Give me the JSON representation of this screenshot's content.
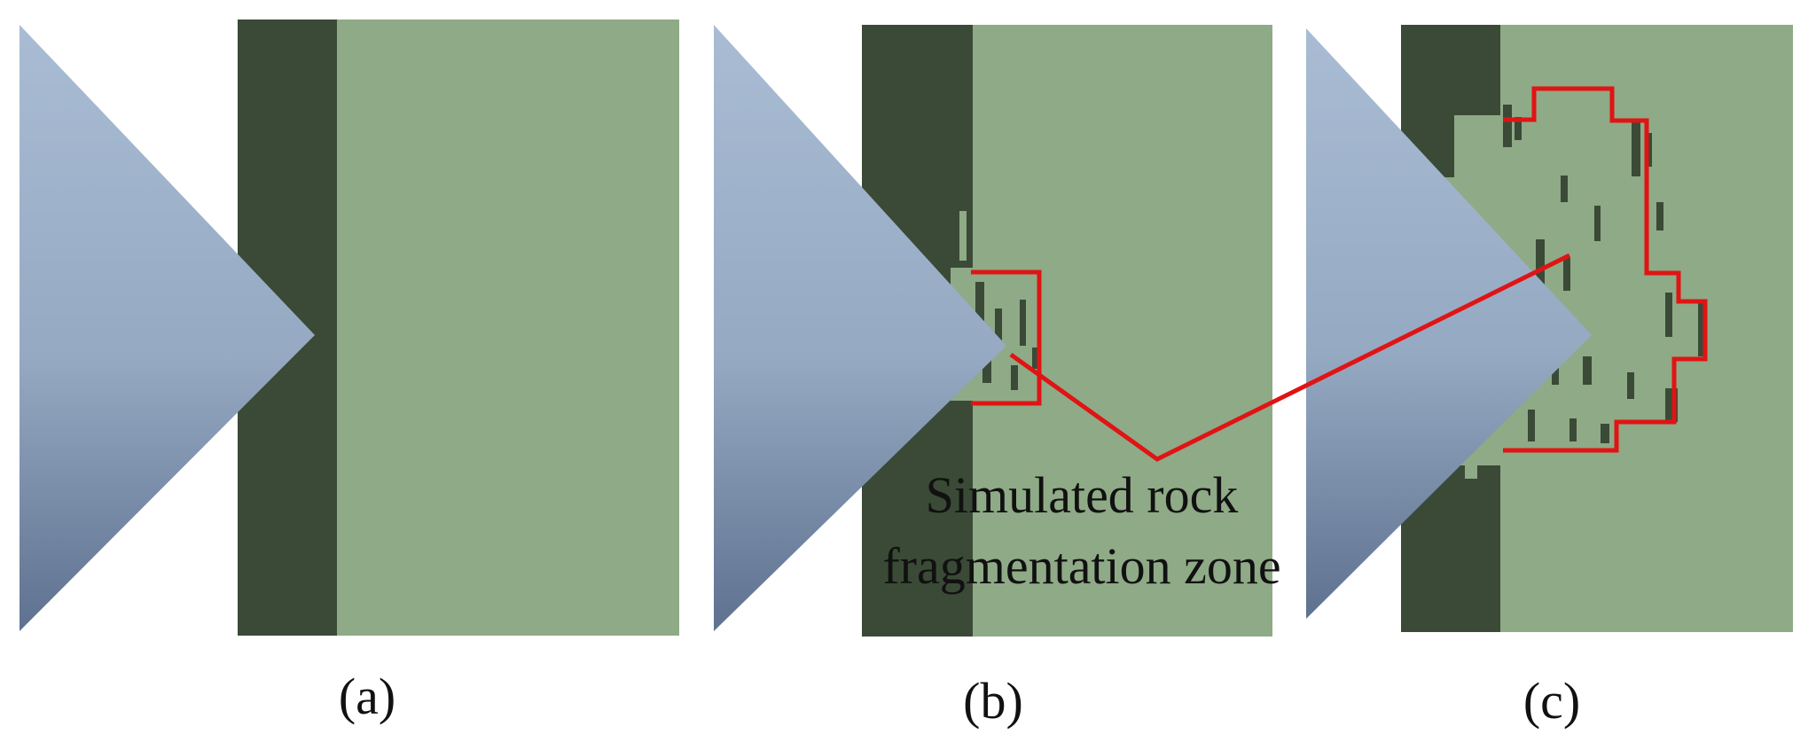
{
  "figure": {
    "panels": [
      {
        "id": "a",
        "label": "(a)"
      },
      {
        "id": "b",
        "label": "(b)"
      },
      {
        "id": "c",
        "label": "(c)"
      }
    ],
    "annotation": {
      "lines": [
        "Simulated rock",
        "fragmentation zone"
      ]
    },
    "colors": {
      "rock_dark": "#3a4a36",
      "rock_light": "#8faa86",
      "tool_light": "#a7bad2",
      "tool_dark": "#5f7391",
      "outline": "#e01414",
      "background": "#ffffff"
    }
  }
}
